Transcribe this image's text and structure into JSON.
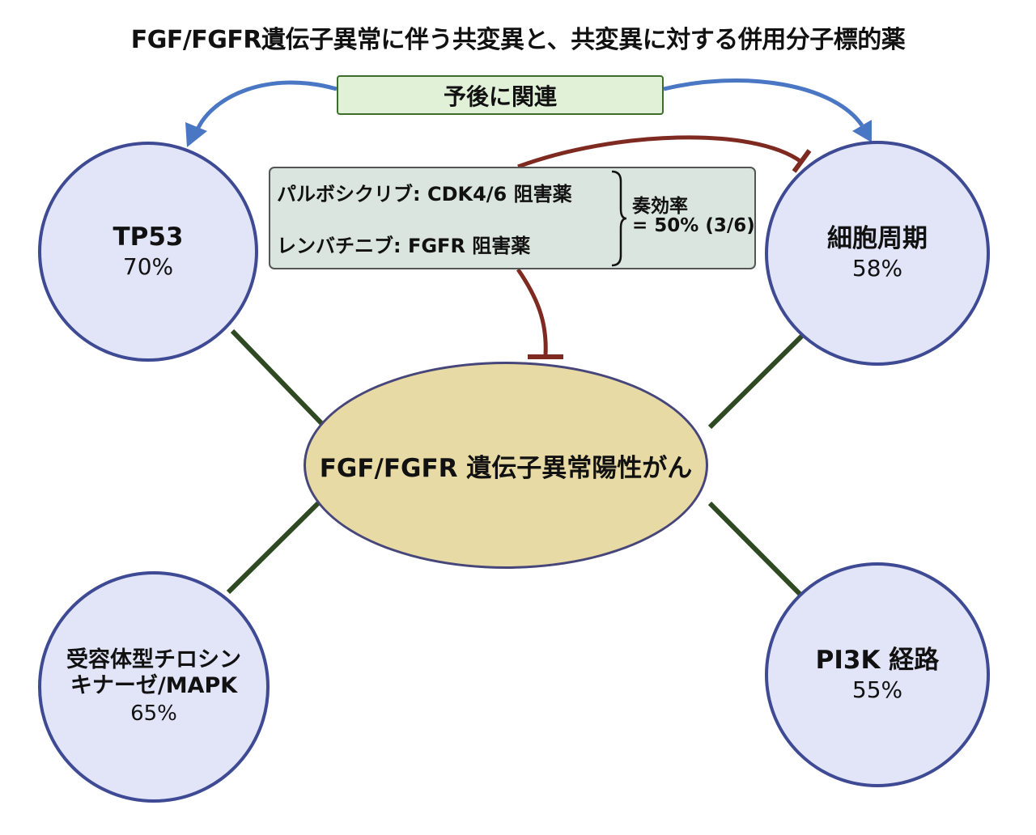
{
  "title": "FGF/FGFR遺伝子異常に伴う共変異と、共変異に対する併用分子標的薬",
  "center": {
    "label": "FGF/FGFR 遺伝子異常陽性がん"
  },
  "prognosis": {
    "label": "予後に関連"
  },
  "drug_box": {
    "drug1": "パルボシクリブ: CDK4/6 阻害薬",
    "drug2": "レンバチニブ: FGFR 阻害薬",
    "response_label": "奏効率",
    "response_value": "= 50% (3/6)"
  },
  "co_mutations": [
    {
      "id": "tp53",
      "name": "TP53",
      "percent": "70%"
    },
    {
      "id": "cell-cycle",
      "name": "細胞周期",
      "percent": "58%"
    },
    {
      "id": "rtk-mapk",
      "name_line1": "受容体型チロシン",
      "name_line2": "キナーゼ/MAPK",
      "percent": "65%"
    },
    {
      "id": "pi3k",
      "name": "PI3K 経路",
      "percent": "55%"
    }
  ],
  "colors": {
    "node_fill": "#e2e5f8",
    "node_border": "#3e4a93",
    "center_fill": "#e8daa4",
    "connector": "#2f4a22",
    "inhibition": "#7e2a20",
    "association_arrow": "#4a77c4",
    "prognosis_fill": "#e1f1d8",
    "drug_box_fill": "#dbe5df"
  }
}
